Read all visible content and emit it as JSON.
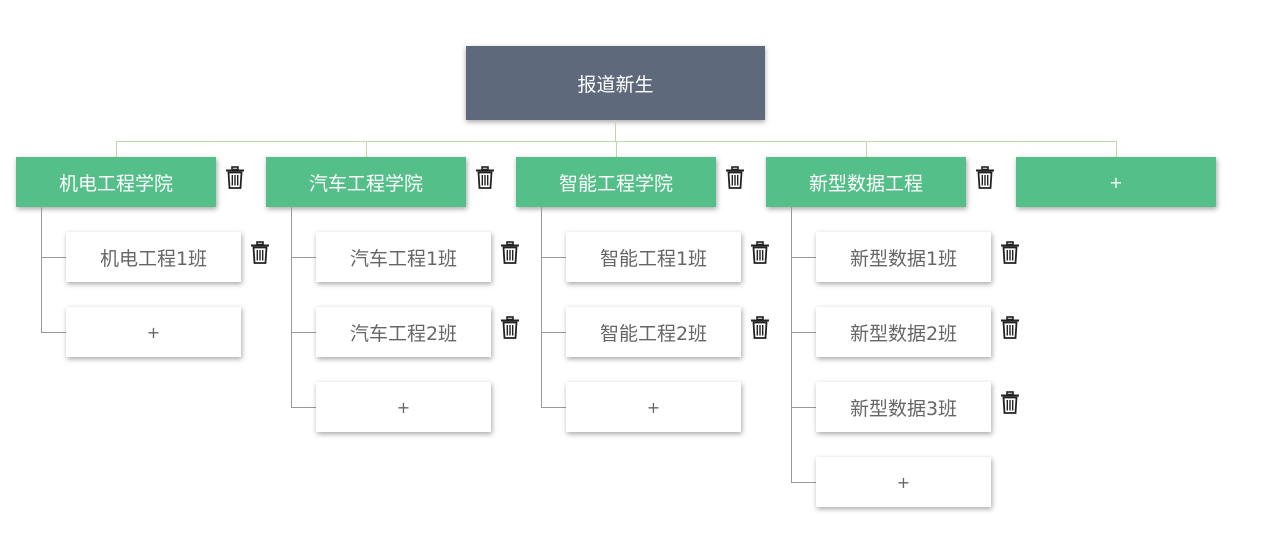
{
  "root": {
    "label": "报道新生"
  },
  "colleges": [
    {
      "name": "机电工程学院",
      "classes": [
        "机电工程1班"
      ]
    },
    {
      "name": "汽车工程学院",
      "classes": [
        "汽车工程1班",
        "汽车工程2班"
      ]
    },
    {
      "name": "智能工程学院",
      "classes": [
        "智能工程1班",
        "智能工程2班"
      ]
    },
    {
      "name": "新型数据工程",
      "classes": [
        "新型数据1班",
        "新型数据2班",
        "新型数据3班"
      ]
    }
  ],
  "add_label": "+",
  "icons": {
    "delete": "trash-icon"
  },
  "colors": {
    "root_bg": "#5e697b",
    "college_bg": "#55bf8a",
    "class_text": "#666666"
  }
}
